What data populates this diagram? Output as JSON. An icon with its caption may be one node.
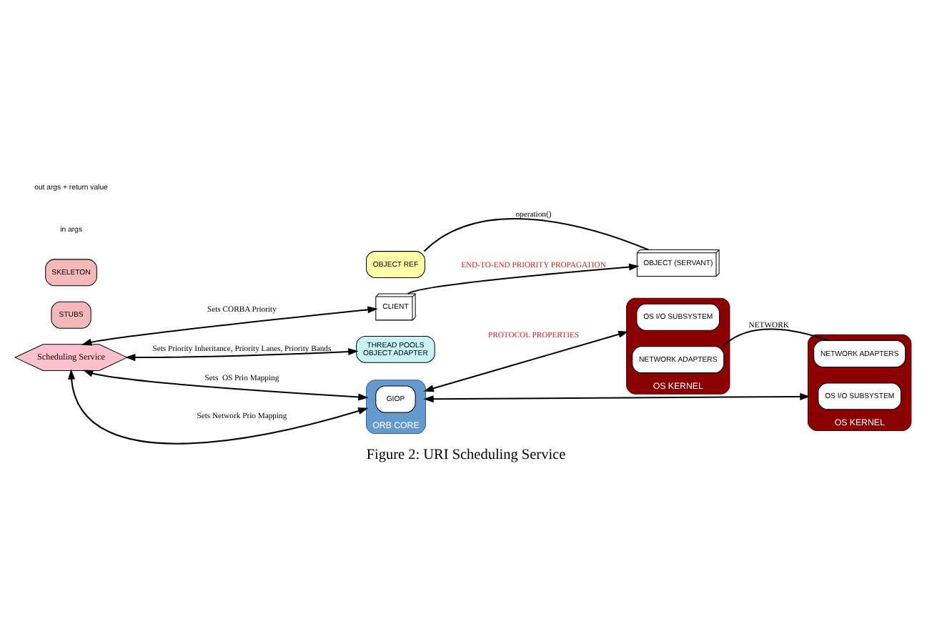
{
  "diagram": {
    "caption": "Figure 2: URI Scheduling Service",
    "nodes": [
      {
        "text": [
          "Scheduling Service"
        ]
      },
      {
        "text": [
          "CLIENT"
        ]
      },
      {
        "text": [
          "OBJECT REF"
        ]
      },
      {
        "text": [
          "OBJECT (SERVANT)"
        ]
      },
      {
        "text": [
          "STUBS"
        ]
      },
      {
        "text": [
          "SKELETON"
        ]
      },
      {
        "text": [
          "THREAD POOLS",
          "OBJECT ADAPTER"
        ]
      },
      {
        "text": [
          "ORB CORE"
        ]
      },
      {
        "text": [
          "GIOP"
        ],
        "in": 7
      },
      {
        "text": [
          "OS KERNEL"
        ]
      },
      {
        "text": [
          "OS I/O SUBSYSTEM"
        ],
        "in": 9
      },
      {
        "text": [
          "NETWORK ADAPTERS"
        ],
        "in": 9
      },
      {
        "text": [
          "OS KERNEL"
        ]
      },
      {
        "text": [
          "OS I/O SUBSYSTEM"
        ],
        "in": 12
      },
      {
        "text": [
          "NETWORK ADAPTERS"
        ],
        "in": 12
      }
    ],
    "edges": [
      {
        "from": 0,
        "to": 1,
        "arrow": "both",
        "label": "Sets CORBA Priority"
      },
      {
        "from": 0,
        "to": 6,
        "arrow": "both",
        "label": "Sets Priority Inheritance, Priority Lanes, Priority Bands"
      },
      {
        "from": 0,
        "to": 7,
        "arrow": "both",
        "label": "Sets  OS Prio Mapping"
      },
      {
        "from": 0,
        "to": 7,
        "arrow": "both",
        "label": "Sets Network Prio Mapping"
      },
      {
        "from": 1,
        "to": 3,
        "arrow": "to",
        "label": "END-TO-END PRIORITY PROPAGATION"
      },
      {
        "from": 2,
        "to": 3,
        "arrow": "none",
        "label": "operation()"
      },
      {
        "from": 7,
        "to": 9,
        "arrow": "both",
        "label": "PROTOCOL PROPERTIES"
      },
      {
        "from": 7,
        "to": 12,
        "arrow": "both"
      },
      {
        "from": 11,
        "to": 14,
        "arrow": "none",
        "label": "NETWORK"
      }
    ],
    "labels": [
      "in args",
      "out args + return value"
    ]
  }
}
